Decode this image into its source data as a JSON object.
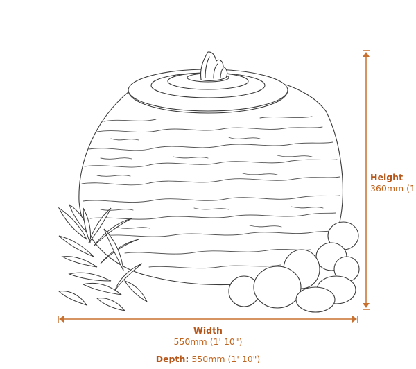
{
  "colors": {
    "accent": "#c8702f",
    "label_bold": "#b5561a",
    "line_art": "#333333"
  },
  "illustration": {
    "subject": "stone sphere water fountain with plants and pebbles",
    "icons": [
      "fountain-illustration-icon",
      "plant-icon",
      "pebbles-icon"
    ]
  },
  "dimensions": {
    "height": {
      "label": "Height",
      "value": "360mm (1'"
    },
    "width": {
      "label": "Width",
      "value": "550mm (1' 10\")"
    },
    "depth": {
      "label": "Depth:",
      "value": " 550mm (1' 10\")"
    }
  }
}
